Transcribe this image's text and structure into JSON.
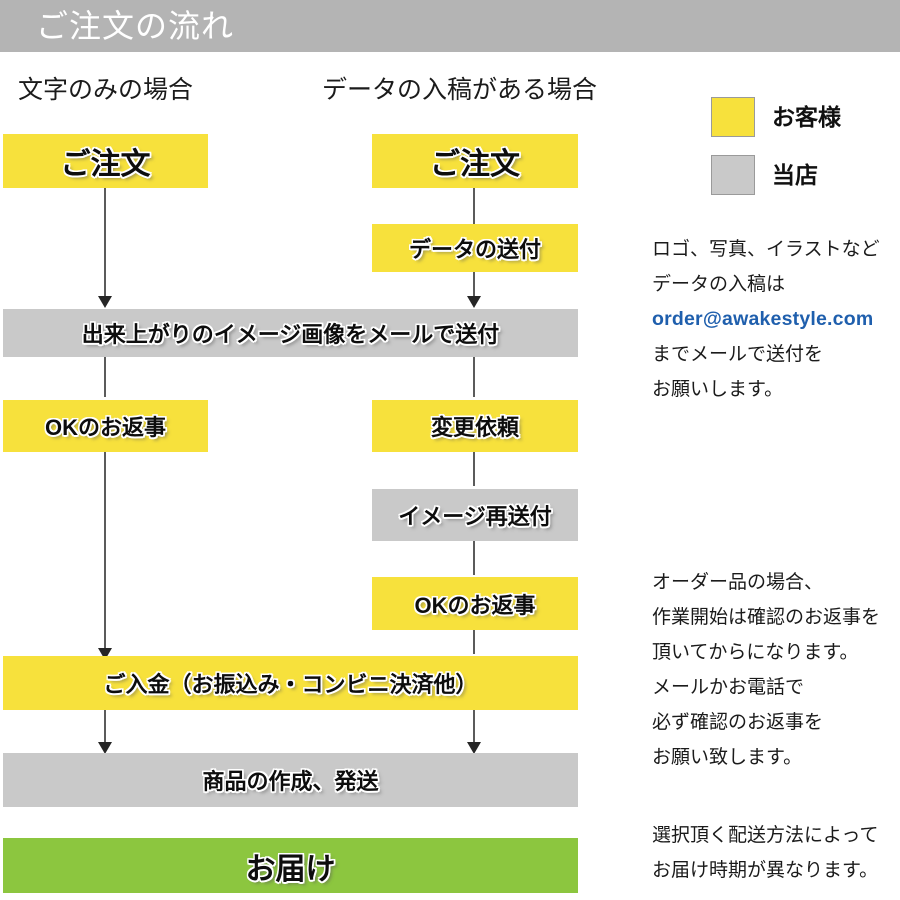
{
  "header": {
    "title": "ご注文の流れ"
  },
  "columns": {
    "left_caption": "文字のみの場合",
    "right_caption": "データの入稿がある場合"
  },
  "legend": {
    "items": [
      {
        "label": "お客様",
        "color": "#f7e13c",
        "icon": "yellow-swatch"
      },
      {
        "label": "当店",
        "color": "#c9c9c9",
        "icon": "gray-swatch"
      }
    ]
  },
  "flow": {
    "left_order": "ご注文",
    "right_order": "ご注文",
    "data_send": "データの送付",
    "image_mail": "出来上がりのイメージ画像をメールで送付",
    "left_ok_reply": "OKのお返事",
    "change_request": "変更依頼",
    "image_resend": "イメージ再送付",
    "right_ok_reply": "OKのお返事",
    "payment": "ご入金（お振込み・コンビニ決済他）",
    "make_ship": "商品の作成、発送",
    "delivery": "お届け"
  },
  "notes": {
    "data_note": {
      "lines": [
        "ロゴ、写真、イラストなど",
        "データの入稿は"
      ],
      "email": "order@awakestyle.com",
      "lines_after": [
        "までメールで送付を",
        "お願いします。"
      ]
    },
    "order_note": {
      "lines": [
        "オーダー品の場合、",
        "作業開始は確認のお返事を",
        "頂いてからになります。",
        "メールかお電話で",
        "必ず確認のお返事を",
        "お願い致します。"
      ]
    },
    "shipping_note": {
      "lines": [
        "選択頂く配送方法によって",
        "お届け時期が異なります。"
      ]
    }
  },
  "colors": {
    "header_gray": "#b4b4b4",
    "customer_yellow": "#f7e13c",
    "shop_gray": "#c9c9c9",
    "delivery_green": "#8cc63f",
    "link_blue": "#1f5fad",
    "connector": "#5b5b5b"
  }
}
